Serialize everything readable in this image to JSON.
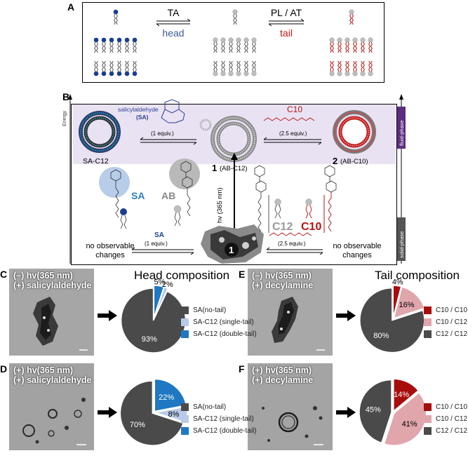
{
  "panel_labels": {
    "a": "A",
    "b": "B",
    "c": "C",
    "d": "D",
    "e": "E",
    "f": "F"
  },
  "panel_a": {
    "left_arrow_top": "TA",
    "left_arrow_bottom": "head",
    "right_arrow_top": "PL / AT",
    "right_arrow_bottom": "tail"
  },
  "panel_b": {
    "energy_label": "Energy",
    "fluid_phase_label": "fluid-phase",
    "solid_phase_label": "solid-phase",
    "salicylaldehyde_label": "salicylaldehyde",
    "sa_abbrev": "(SA)",
    "one_equiv": "(1 equiv.)",
    "two_five_equiv": "(2.5 equiv.)",
    "c10_label": "C10",
    "sa_c12_label": "SA-C12",
    "vesicle1_num": "1",
    "vesicle1_name": "(AB-C12)",
    "vesicle2_num": "2",
    "vesicle2_name": "(AB-C10)",
    "sa_big": "SA",
    "ab_big": "AB",
    "hv_label": "hv (365 nm)",
    "c12_big": "C12",
    "c10_big": "C10",
    "sa_arrow": "SA",
    "sa_arrow_equiv": "(1 equiv.)",
    "right_arrow_equiv": "(2.5 equiv.)",
    "no_changes_left": "no observable changes",
    "no_changes_right": "no observable changes",
    "aggregate_num": "1"
  },
  "micrographs": {
    "c": {
      "line1": "(–) hv(365 nm)",
      "line2": "(+) salicylaldehyde"
    },
    "d": {
      "line1": "(+) hv(365 nm)",
      "line2": "(+) salicylaldehyde"
    },
    "e": {
      "line1": "(–) hv(365 nm)",
      "line2": "(+) decylamine"
    },
    "f": {
      "line1": "(+) hv(365 nm)",
      "line2": "(+) decylamine"
    }
  },
  "titles": {
    "head": "Head composition",
    "tail": "Tail composition"
  },
  "colors": {
    "dark": "#4a4a4a",
    "light_blue": "#b7cbe8",
    "blue": "#1f78c1",
    "dark_red": "#a80d0d",
    "pink": "#e0a6ac",
    "purple_band": "#e9e2f3",
    "fluid_tag": "#5a2d82",
    "solid_tag": "#555555"
  },
  "head_legend": [
    "SA(no-tail)",
    "SA-C12 (single-tail)",
    "SA-C12 (double-tail)"
  ],
  "tail_legend": [
    "C10 / C10",
    "C10 / C12",
    "C12 / C12"
  ],
  "chart_data": [
    {
      "type": "pie",
      "panel": "C",
      "title": "Head composition",
      "labels": [
        "SA(no-tail)",
        "SA-C12 (single-tail)",
        "SA-C12 (double-tail)"
      ],
      "values": [
        93,
        2,
        5
      ],
      "value_labels": [
        "93%",
        "2%",
        "5%"
      ]
    },
    {
      "type": "pie",
      "panel": "D",
      "labels": [
        "SA(no-tail)",
        "SA-C12 (single-tail)",
        "SA-C12 (double-tail)"
      ],
      "values": [
        70,
        8,
        22
      ],
      "value_labels": [
        "70%",
        "8%",
        "22%"
      ]
    },
    {
      "type": "pie",
      "panel": "E",
      "title": "Tail composition",
      "labels": [
        "C10 / C10",
        "C10 / C12",
        "C12 / C12"
      ],
      "values": [
        4,
        16,
        80
      ],
      "value_labels": [
        "4%",
        "16%",
        "80%"
      ]
    },
    {
      "type": "pie",
      "panel": "F",
      "labels": [
        "C10 / C10",
        "C10 / C12",
        "C12 / C12"
      ],
      "values": [
        14,
        41,
        45
      ],
      "value_labels": [
        "14%",
        "41%",
        "45%"
      ]
    }
  ]
}
